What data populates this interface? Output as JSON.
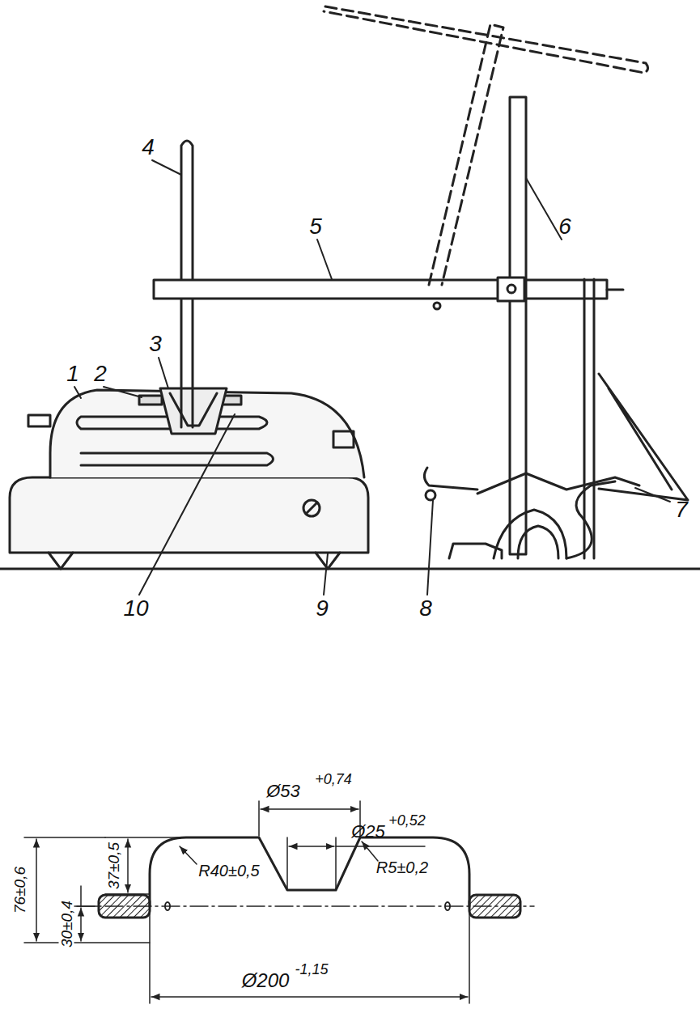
{
  "diagram": {
    "labels": [
      "1",
      "2",
      "3",
      "4",
      "5",
      "6",
      "7",
      "8",
      "9",
      "10",
      "Ø53",
      "+0,74",
      "Ø25",
      "+0,52",
      "37±0,5",
      "30±0,4",
      "76±0,6",
      "R40±0,5",
      "R5±0,2",
      "Ø200",
      "-1,15"
    ]
  }
}
